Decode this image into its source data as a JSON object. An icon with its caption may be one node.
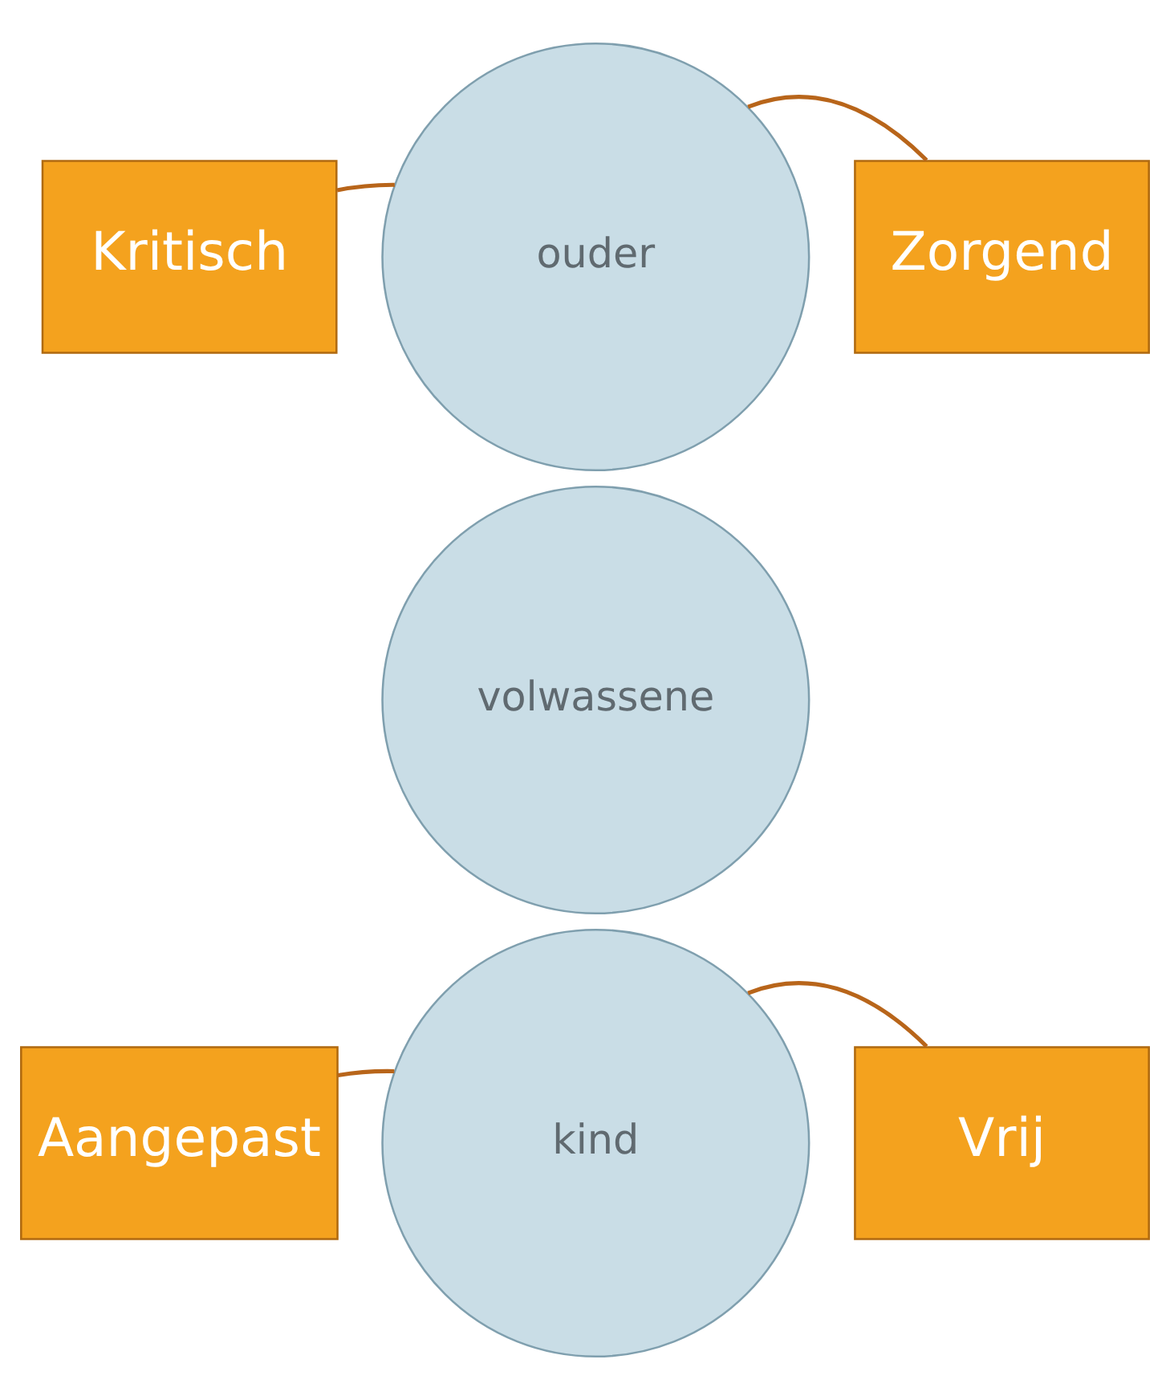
{
  "diagram": {
    "nodes": [
      {
        "text": [
          "Kritisch"
        ]
      },
      {
        "text": [
          "Zorgend"
        ]
      },
      {
        "text": [
          "ouder"
        ]
      },
      {
        "text": [
          "volwassene"
        ]
      },
      {
        "text": [
          "kind"
        ]
      },
      {
        "text": [
          "Aangepast"
        ]
      },
      {
        "text": [
          "Vrij"
        ]
      }
    ],
    "edges": [
      {
        "from": 0,
        "to": 2,
        "arrow": "none"
      },
      {
        "from": 1,
        "to": 2,
        "arrow": "none"
      },
      {
        "from": 5,
        "to": 4,
        "arrow": "none"
      },
      {
        "from": 6,
        "to": 4,
        "arrow": "none"
      }
    ]
  }
}
